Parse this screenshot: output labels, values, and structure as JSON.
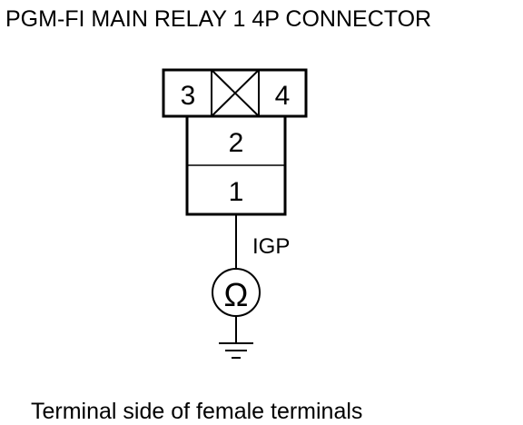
{
  "diagram": {
    "title": "PGM-FI MAIN RELAY 1 4P CONNECTOR",
    "connector": {
      "terminals": [
        {
          "number": "3"
        },
        {
          "number": "4"
        },
        {
          "number": "2"
        },
        {
          "number": "1"
        }
      ],
      "empty_cavity": "x-mark-icon"
    },
    "wire_label": "IGP",
    "meter_symbol": "Ω",
    "meter_icon": "ohmmeter-icon",
    "ground_icon": "ground-icon",
    "footer": "Terminal side of female terminals"
  }
}
